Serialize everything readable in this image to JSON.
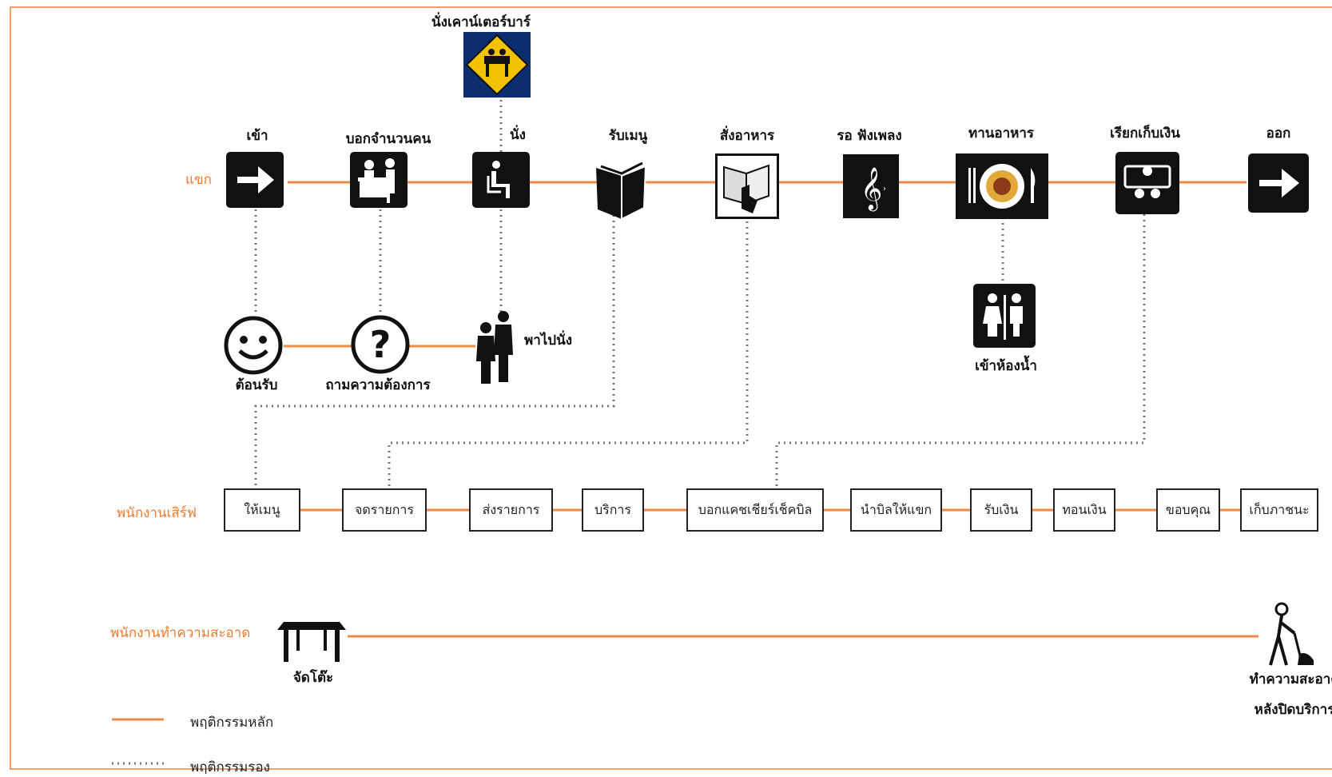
{
  "rows": {
    "customer": "แขก",
    "waiter": "พนักงานเสิร์ฟ",
    "cleaner": "พนักงานทำความสะอาด"
  },
  "customer_steps": {
    "enter": "เข้า",
    "tell_count": "บอกจำนวนคน",
    "sit": "นั่ง",
    "menu": "รับเมนู",
    "order": "สั่งอาหาร",
    "wait": "รอ ฟังเพลง",
    "eat": "ทานอาหาร",
    "pay": "เรียกเก็บเงิน",
    "exit": "ออก",
    "counter_bar": "นั่งเคาน์เตอร์บาร์",
    "restroom": "เข้าห้องน้ำ"
  },
  "greeting": {
    "welcome": "ต้อนรับ",
    "ask": "ถามความต้องการ",
    "lead": "พาไปนั่ง"
  },
  "waiter_steps": [
    "ให้เมนู",
    "จดรายการ",
    "ส่งรายการ",
    "บริการ",
    "บอกแคชเชียร์เช็คบิล",
    "นำบิลให้แขก",
    "รับเงิน",
    "ทอนเงิน",
    "ขอบคุณ",
    "เก็บภาชนะ"
  ],
  "cleaner": {
    "setup": "จัดโต๊ะ",
    "clean_line1": "ทำความสะอาด",
    "clean_line2": "หลังปิดบริการ"
  },
  "legend": {
    "primary": "พฤติกรรมหลัก",
    "secondary": "พฤติกรรมรอง"
  },
  "colors": {
    "primary_line": "#ef8a45",
    "secondary_line": "#777777",
    "row_label": "#ef7a2e",
    "sign_yellow": "#f2c200"
  }
}
